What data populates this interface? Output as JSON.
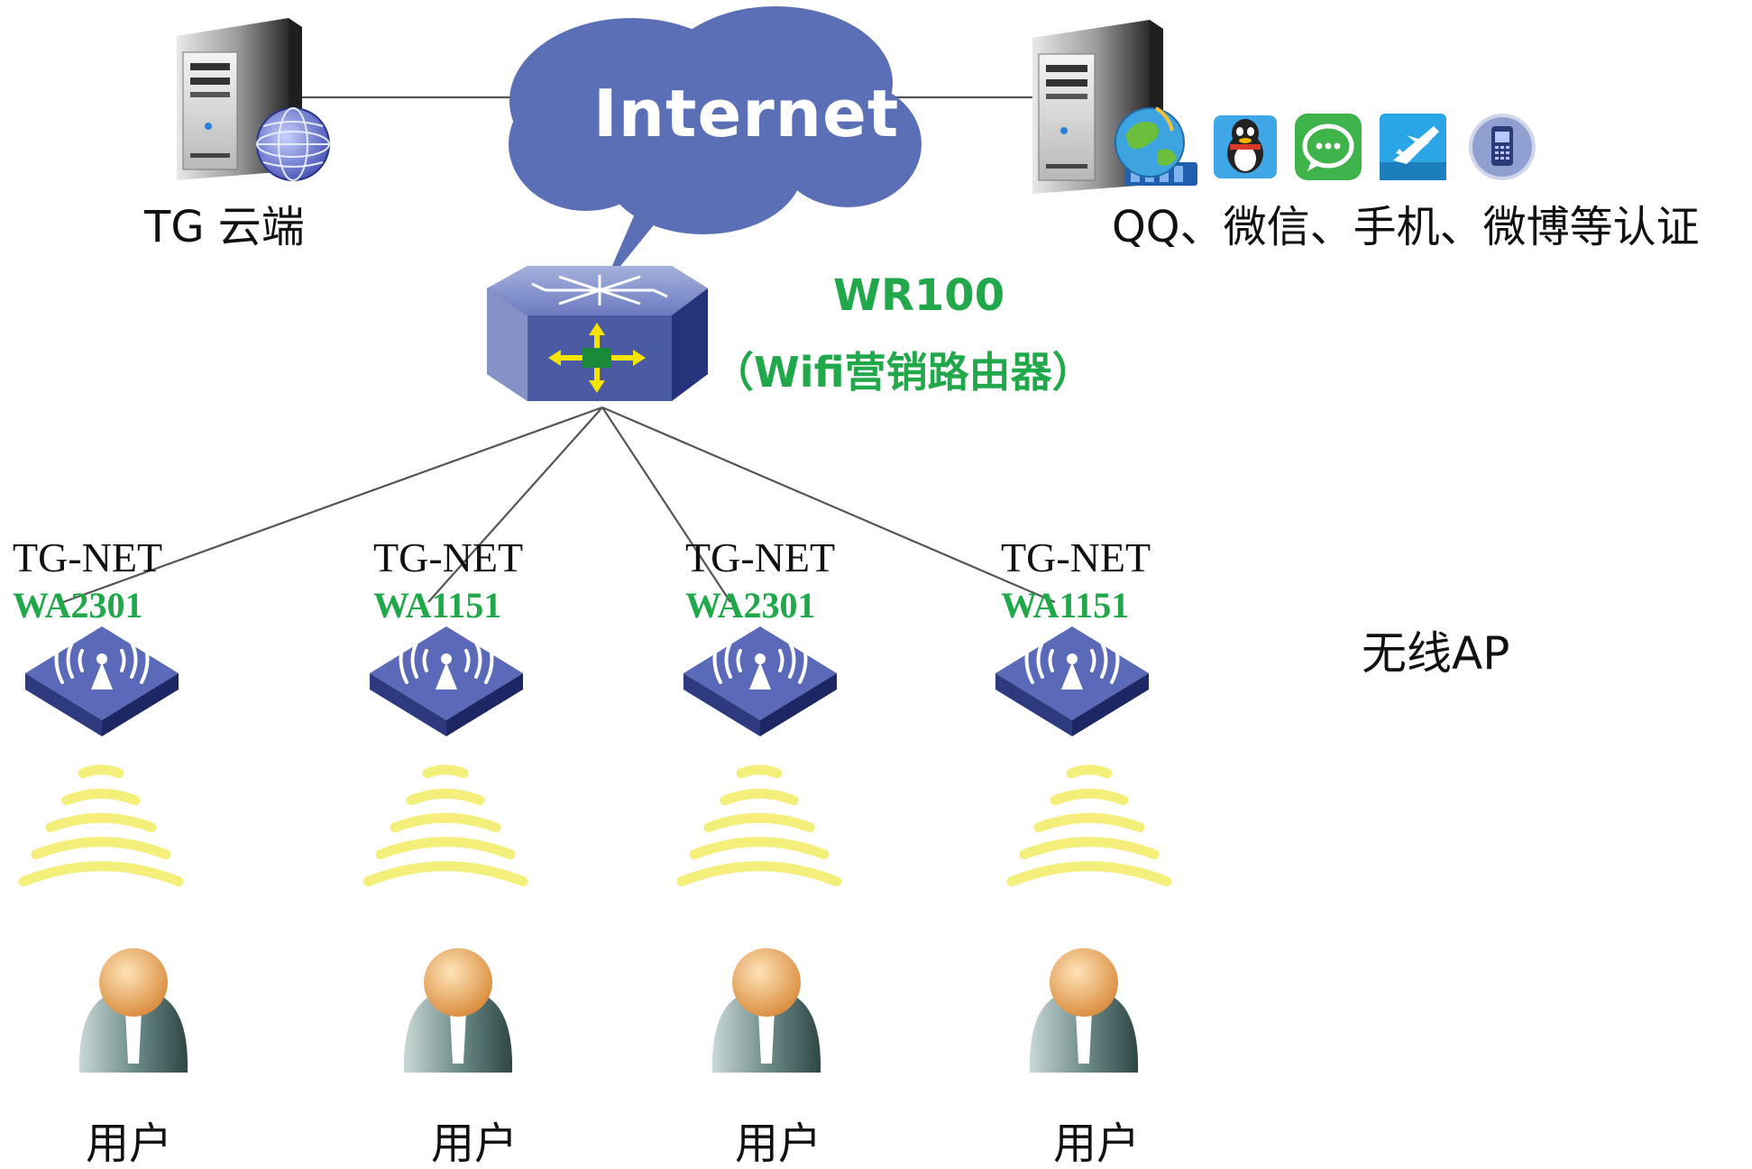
{
  "cloud": {
    "label": "Internet"
  },
  "left_server": {
    "label": "TG 云端"
  },
  "right_server": {
    "label": "QQ、微信、手机、微博等认证",
    "icons": [
      "globe-film-icon",
      "qq-penguin-icon",
      "wechat-icon",
      "weibo-plane-icon",
      "mobile-phone-icon"
    ]
  },
  "router": {
    "model": "WR100",
    "description": "（Wifi营销路由器）"
  },
  "aps": [
    {
      "brand": "TG-NET",
      "model": "WA2301"
    },
    {
      "brand": "TG-NET",
      "model": "WA1151"
    },
    {
      "brand": "TG-NET",
      "model": "WA2301"
    },
    {
      "brand": "TG-NET",
      "model": "WA1151"
    }
  ],
  "ap_group_label": "无线AP",
  "users": [
    {
      "label": "用户"
    },
    {
      "label": "用户"
    },
    {
      "label": "用户"
    },
    {
      "label": "用户"
    }
  ],
  "colors": {
    "cloud": "#5b6fb6",
    "accent_green": "#21a84a",
    "device_blue": "#3d4f96",
    "signal_yellow": "#f4ee7a",
    "link_line": "#555555"
  }
}
